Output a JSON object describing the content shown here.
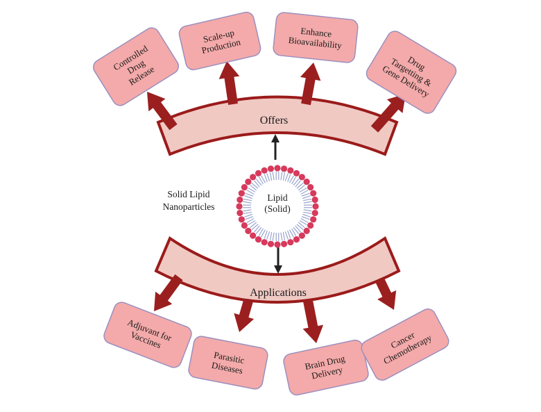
{
  "colors": {
    "box_fill": "#f4aaaa",
    "box_stroke": "#9a8fbf",
    "band_fill": "#f0c9c3",
    "band_stroke": "#9b1b1b",
    "arrow": "#9b1f1f",
    "bead": "#d63a5c",
    "tail": "#8f9bc9",
    "small_arrow": "#222222"
  },
  "diagram": {
    "offers_label": "Offers",
    "applications_label": "Applications",
    "center_label_lines": [
      "Solid Lipid",
      "Nanoparticles"
    ],
    "core_label_lines": [
      "Lipid",
      "(Solid)"
    ],
    "offers": [
      {
        "lines": [
          "Controlled",
          "Drug",
          "Release"
        ]
      },
      {
        "lines": [
          "Scale-up",
          "Production"
        ]
      },
      {
        "lines": [
          "Enhance",
          "Bioavailability"
        ]
      },
      {
        "lines": [
          "Drug",
          "Targetting &",
          "Gene Delivery"
        ]
      }
    ],
    "applications": [
      {
        "lines": [
          "Adjuvant for",
          "Vaccines"
        ]
      },
      {
        "lines": [
          "Parasitic",
          "Diseases"
        ]
      },
      {
        "lines": [
          "Brain Drug",
          "Delivery"
        ]
      },
      {
        "lines": [
          "Cancer",
          "Chemotherapy"
        ]
      }
    ]
  }
}
